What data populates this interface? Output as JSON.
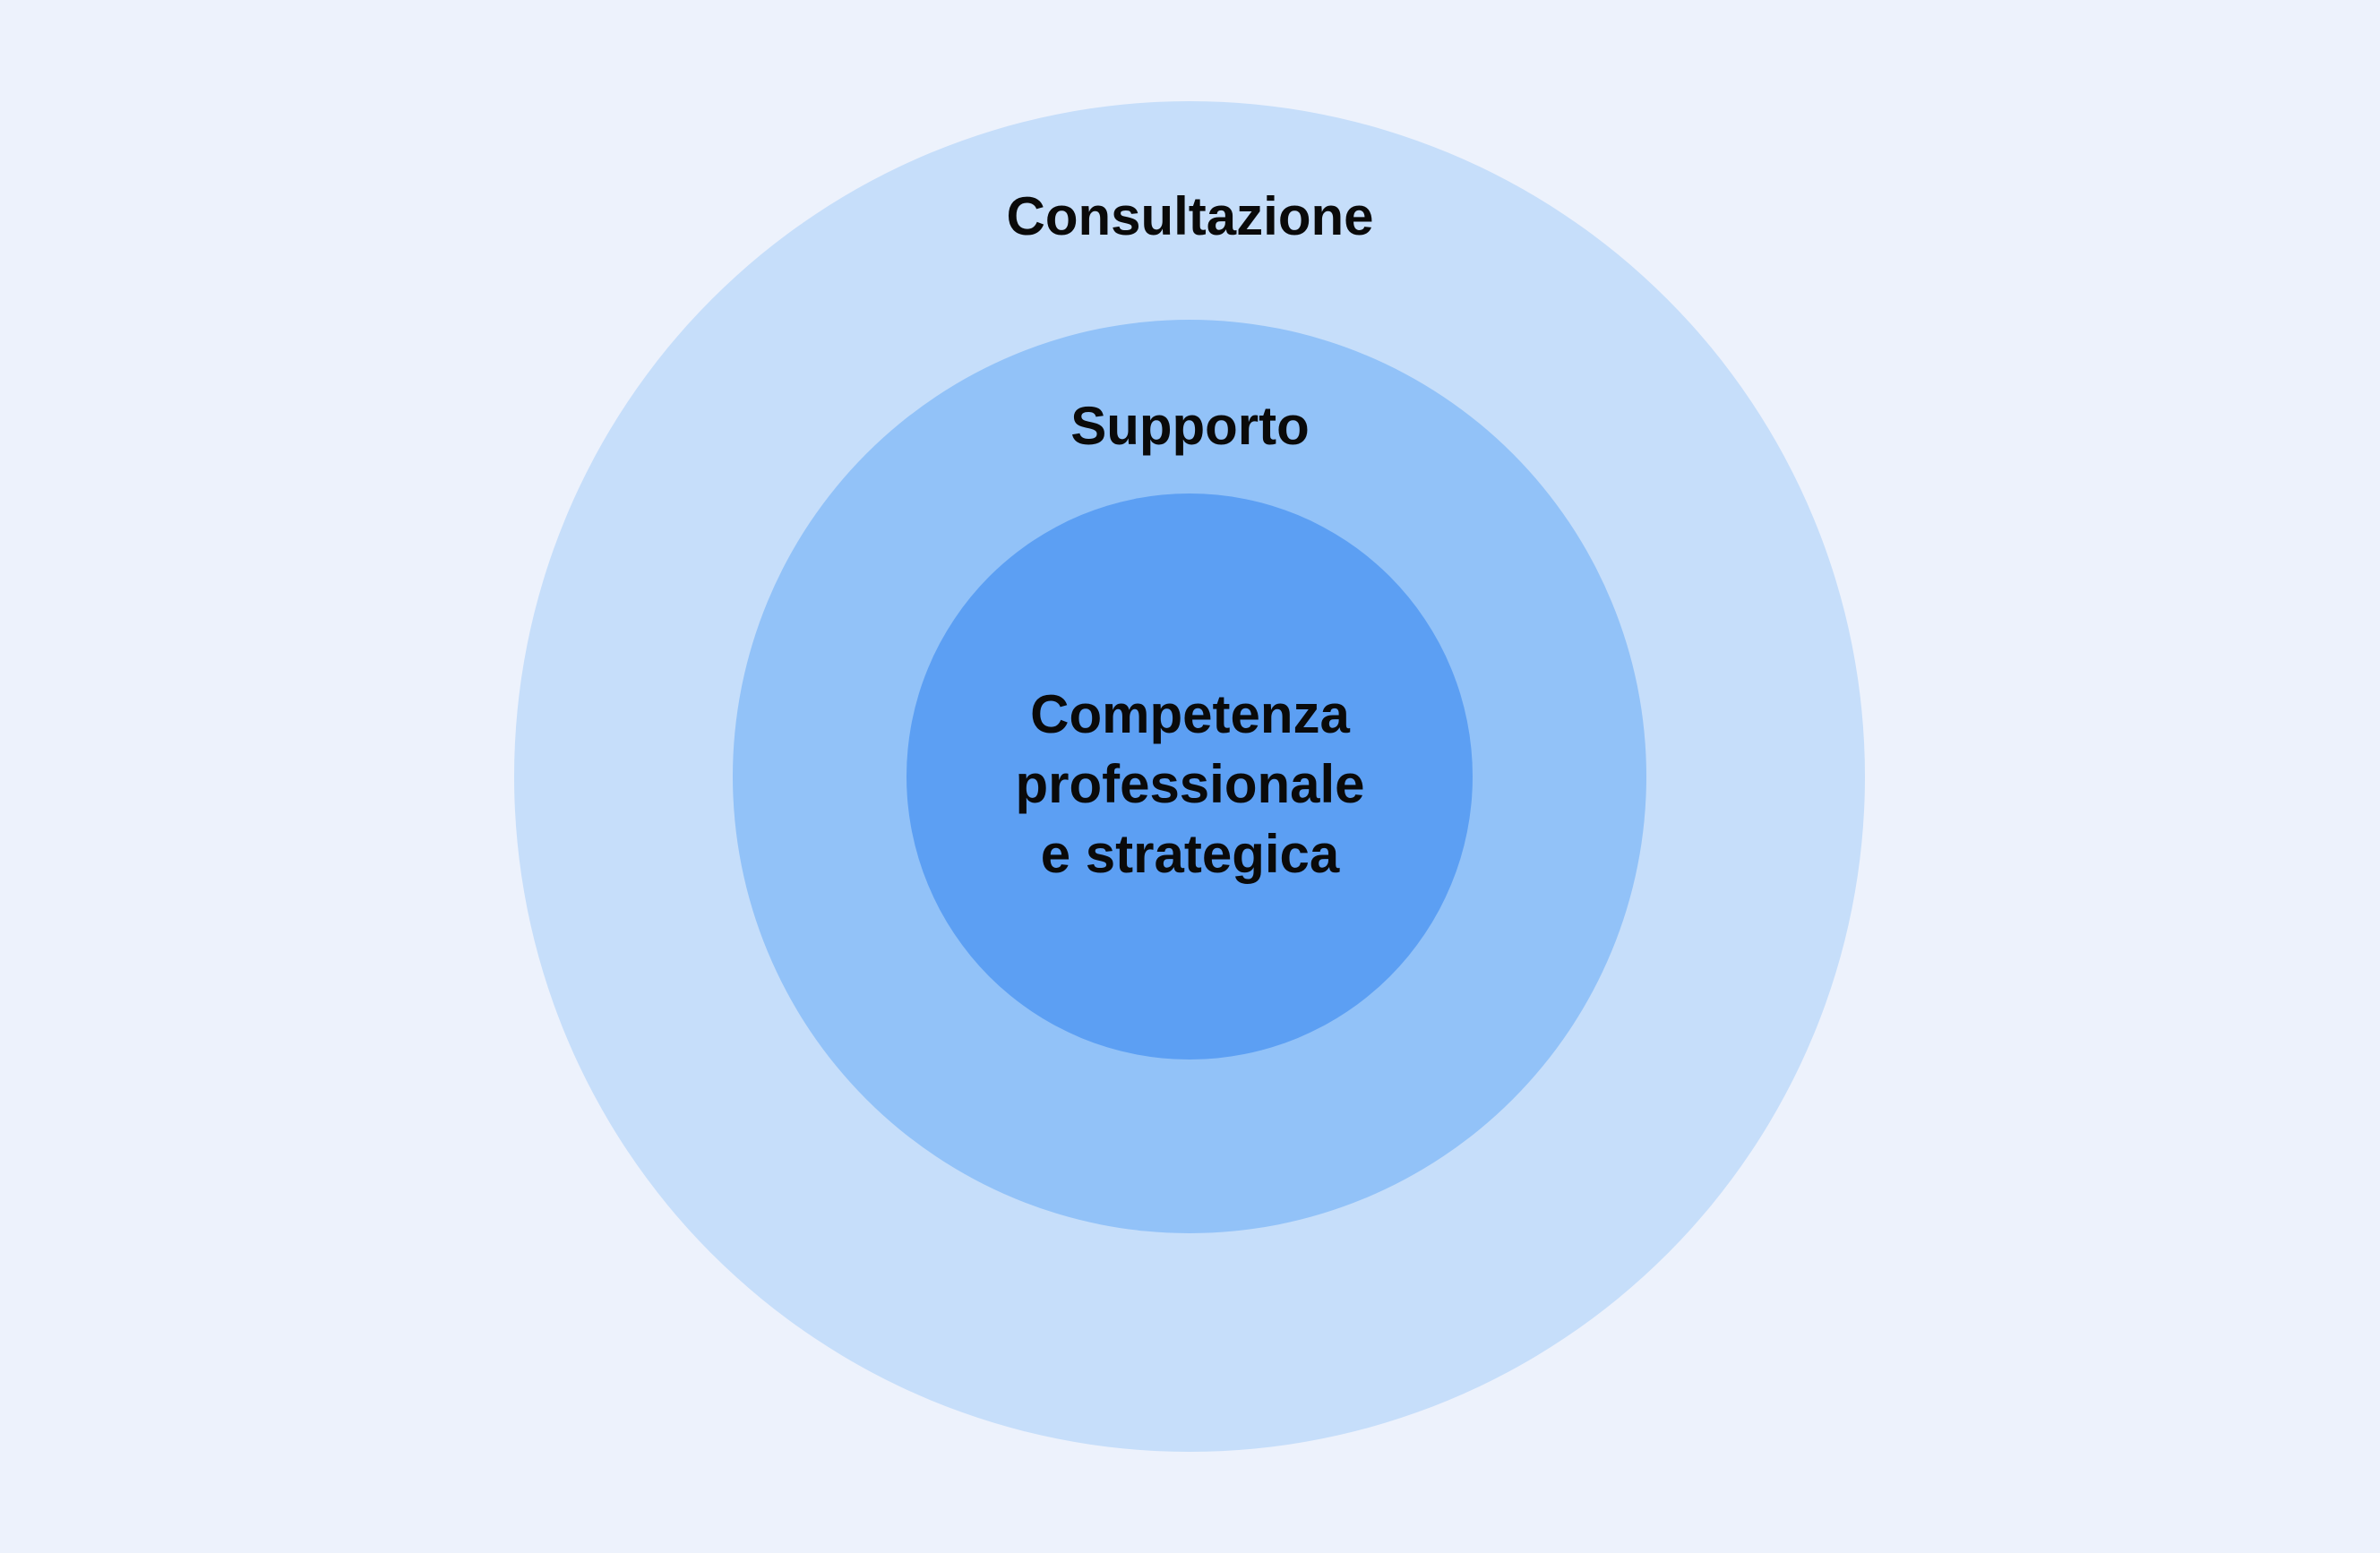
{
  "diagram": {
    "type": "concentric-circles",
    "background_color": "#EDF2FC",
    "text_color": "#0A0A0A",
    "rings": [
      {
        "id": "outer",
        "label": "Consultazione",
        "color": "#C6DEFA"
      },
      {
        "id": "middle",
        "label": "Supporto",
        "color": "#92C2F8"
      },
      {
        "id": "inner",
        "label": "Competenza professionale e strategica",
        "label_lines": [
          "Competenza",
          "professionale",
          "e strategica"
        ],
        "color": "#5C9FF3"
      }
    ]
  }
}
